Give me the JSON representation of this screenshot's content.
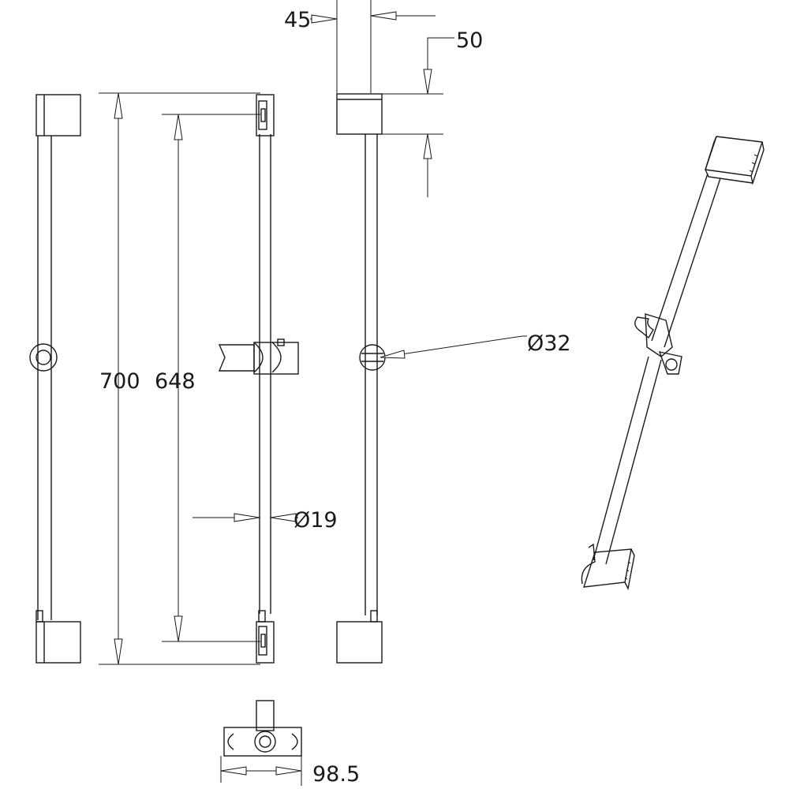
{
  "drawing": {
    "dimensions": {
      "overall_length": "700",
      "hole_spacing": "648",
      "bracket_thickness": "45",
      "bracket_height": "50",
      "knob_diameter": "Ø32",
      "rail_diameter": "Ø19",
      "bracket_depth": "98.5"
    }
  }
}
